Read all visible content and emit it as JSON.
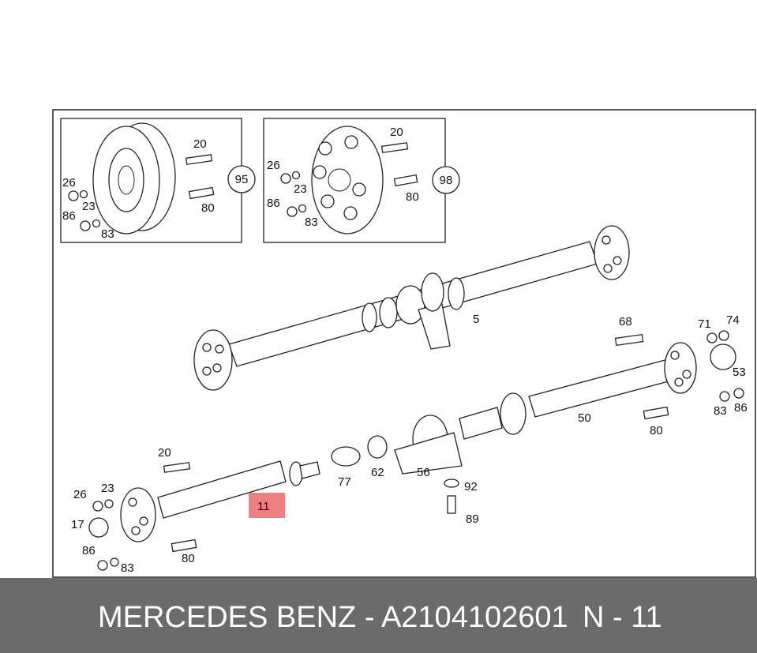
{
  "diagram": {
    "highlight": {
      "label": "11",
      "color": "#f08080"
    },
    "insets": {
      "inset_95": {
        "circle": "95",
        "labels": [
          "20",
          "26",
          "23",
          "80",
          "86",
          "83"
        ]
      },
      "inset_98": {
        "circle": "98",
        "labels": [
          "20",
          "26",
          "23",
          "80",
          "86",
          "83"
        ]
      }
    },
    "main_labels": [
      "5",
      "68",
      "71",
      "74",
      "53",
      "83",
      "86",
      "50",
      "80",
      "20",
      "77",
      "62",
      "56",
      "92",
      "89",
      "26",
      "23",
      "17",
      "86",
      "80",
      "83"
    ]
  },
  "footer": {
    "title": "MERCEDES BENZ - A2104102601",
    "code": "N - 11"
  }
}
